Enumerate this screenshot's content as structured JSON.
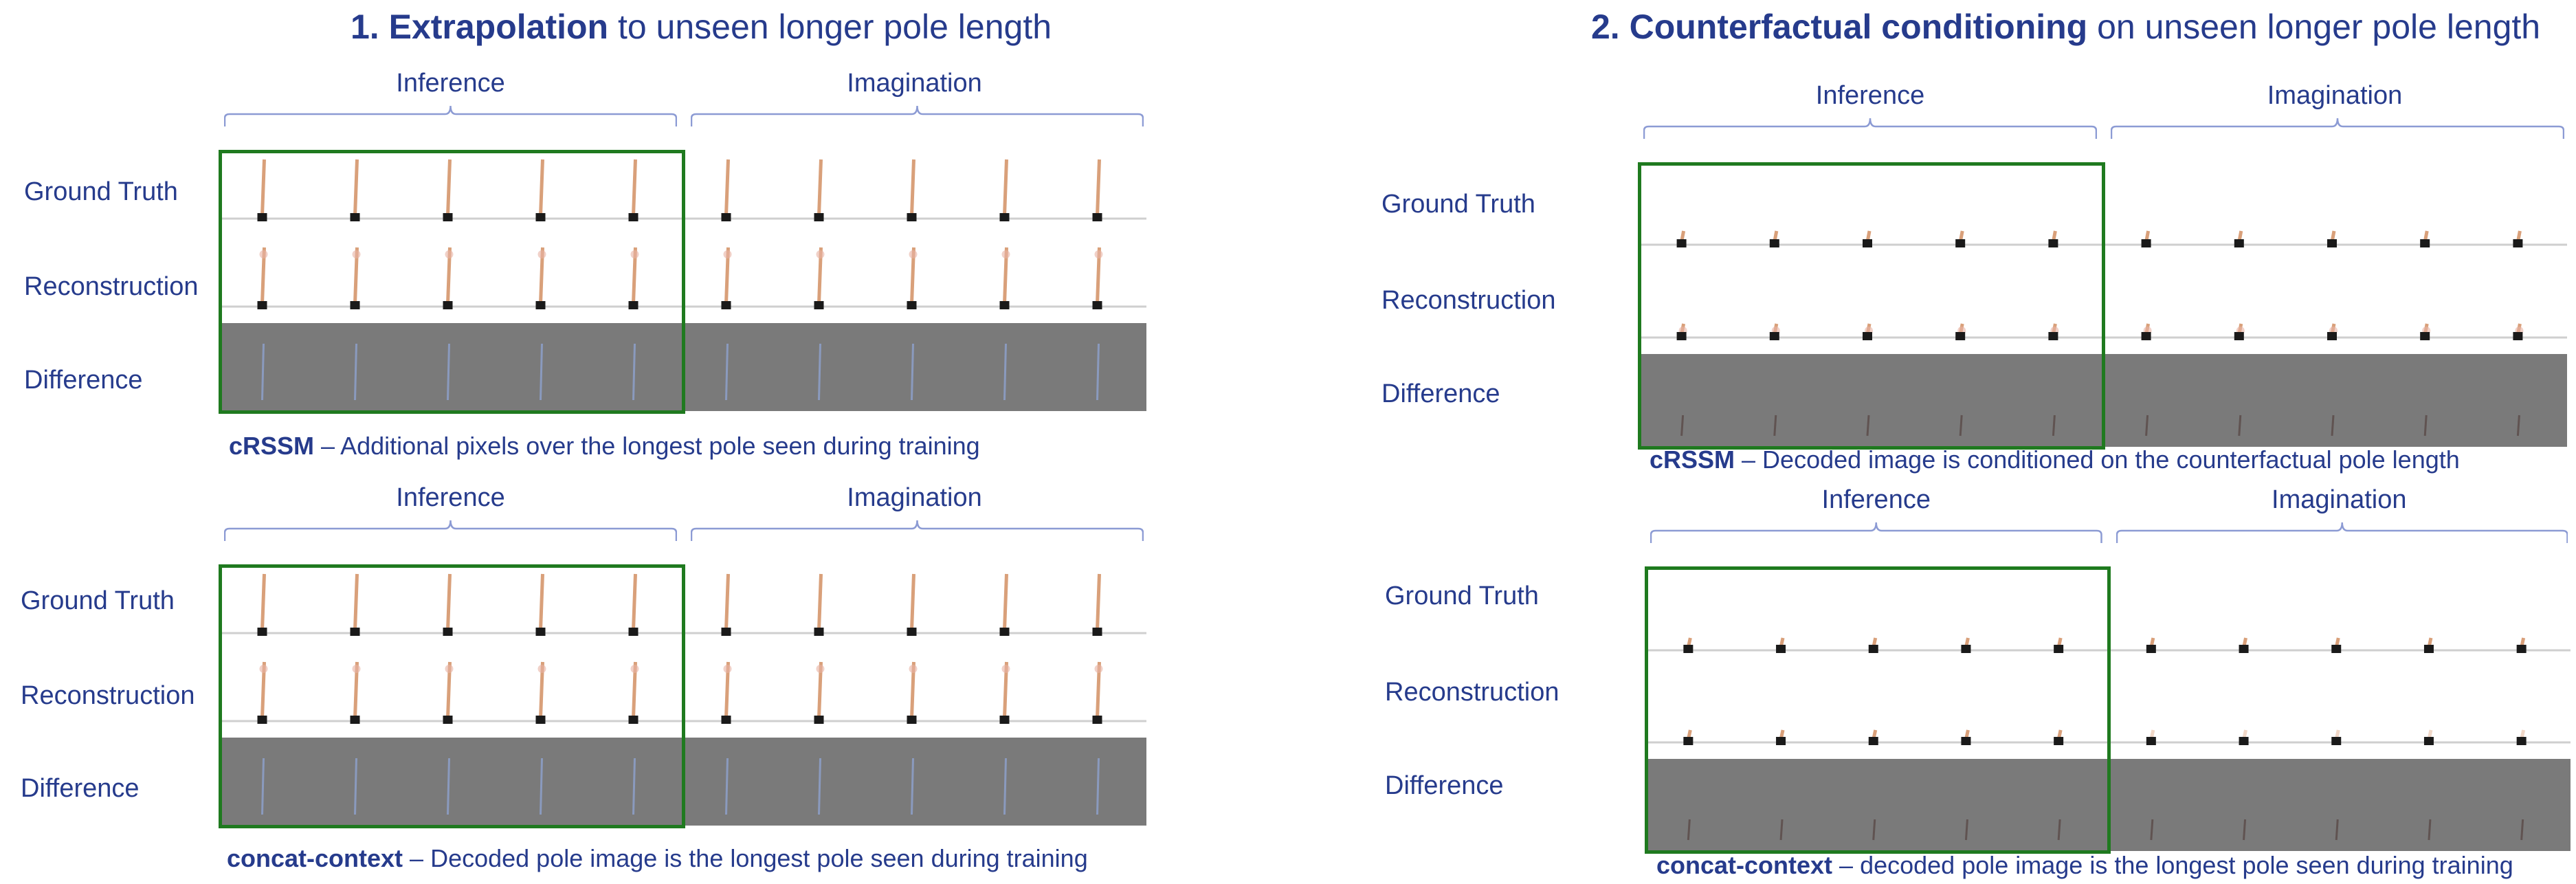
{
  "panels": [
    {
      "title_bold": "1. Extrapolation",
      "title_rest": " to unseen longer pole length",
      "blocks": [
        {
          "inference_label": "Inference",
          "imagination_label": "Imagination",
          "rows": [
            "Ground Truth",
            "Reconstruction",
            "Difference"
          ],
          "caption_bold": "cRSSM",
          "caption_rest": " – Additional pixels over the longest pole seen during training"
        },
        {
          "inference_label": "Inference",
          "imagination_label": "Imagination",
          "rows": [
            "Ground Truth",
            "Reconstruction",
            "Difference"
          ],
          "caption_bold": "concat-context",
          "caption_rest": " – Decoded pole image is the longest pole seen during training"
        }
      ]
    },
    {
      "title_bold": "2. Counterfactual conditioning",
      "title_rest": " on unseen longer pole length",
      "blocks": [
        {
          "inference_label": "Inference",
          "imagination_label": "Imagination",
          "rows": [
            "Ground Truth",
            "Reconstruction",
            "Difference"
          ],
          "caption_bold": "cRSSM",
          "caption_rest": " – Decoded image is conditioned on the counterfactual pole length"
        },
        {
          "inference_label": "Inference",
          "imagination_label": "Imagination",
          "rows": [
            "Ground Truth",
            "Reconstruction",
            "Difference"
          ],
          "caption_bold": "concat-context",
          "caption_rest": " – decoded pole image is the longest pole seen during training"
        }
      ]
    }
  ],
  "colors": {
    "text": "#263b8c",
    "frame_green": "#1f7a1f",
    "pole": "#d9a07a",
    "cart": "#1a1a1a",
    "track": "#cfcfcf",
    "difference_bg": "#7a7a7a"
  },
  "frames_per_section": 5
}
